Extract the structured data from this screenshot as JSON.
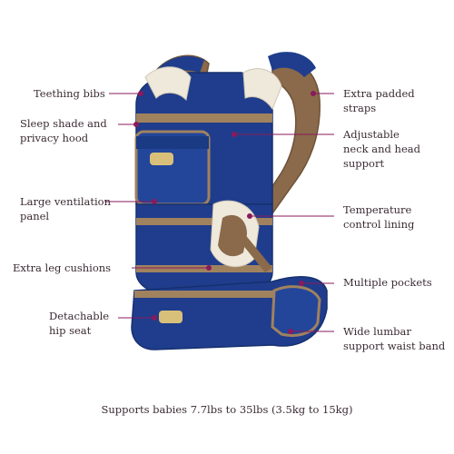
{
  "labels": {
    "teething_bibs": "Teething bibs",
    "sleep_shade": "Sleep shade and\nprivacy hood",
    "ventilation": "Large ventilation\npanel",
    "leg_cushions": "Extra leg cushions",
    "hip_seat": "Detachable\nhip seat",
    "padded_straps": "Extra padded\nstraps",
    "neck_support": "Adjustable\nneck and head\nsupport",
    "temperature": "Temperature\ncontrol lining",
    "pockets": "Multiple pockets",
    "waist_band": "Wide lumbar\nsupport waist band"
  },
  "caption": "Supports babies 7.7lbs to 35lbs (3.5kg to 15kg)",
  "colors": {
    "carrier_blue": "#1f3d8c",
    "trim_brown": "#a0825f",
    "mesh_brown": "#8a6a4a",
    "bib_cream": "#efe9dc",
    "leader_purple": "#8a1a5c"
  }
}
